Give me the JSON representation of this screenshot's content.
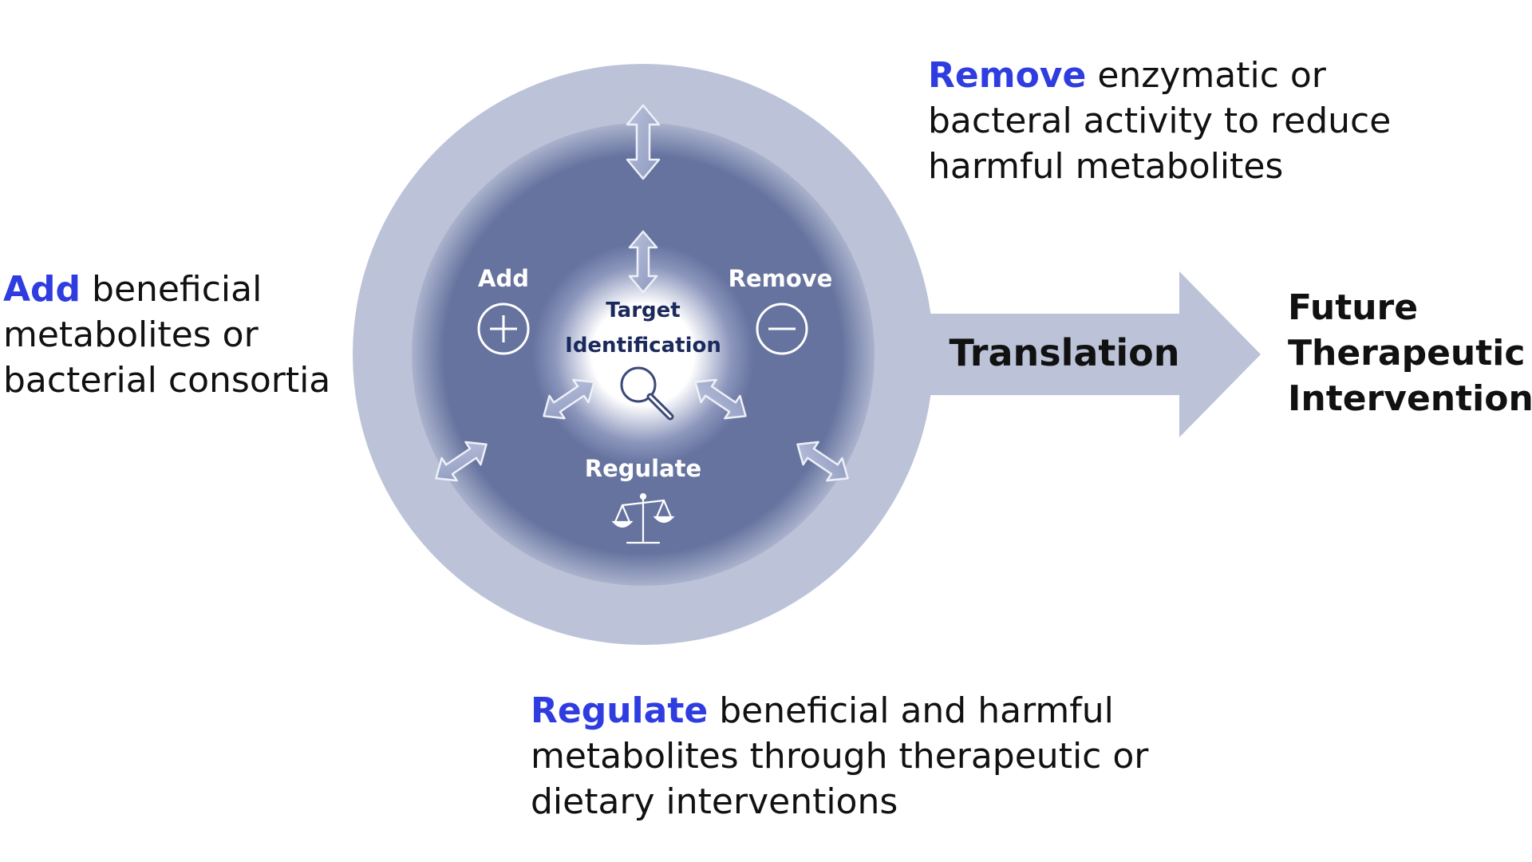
{
  "colors": {
    "keyword": "#2f3de0",
    "body_text": "#111111",
    "outer_ring": "#bcc3d8",
    "inner_disc": "#66739f",
    "center_glow": "#ffffff",
    "navy_text": "#1b2a5c",
    "white_text": "#ffffff",
    "arrow_fill": "#a8b1cf"
  },
  "icons": {
    "add": "plus-circle-icon",
    "remove": "minus-circle-icon",
    "target": "magnifier-icon",
    "regulate": "balance-scale-icon",
    "arrows": "double-headed-arrow-icon"
  },
  "diagram": {
    "inner_labels": {
      "add": "Add",
      "remove": "Remove",
      "regulate": "Regulate",
      "target_line1": "Target",
      "target_line2": "Identification"
    },
    "translation_label": "Translation",
    "outcome": {
      "line1": "Future",
      "line2": "Therapeutic",
      "line3": "Interventions"
    }
  },
  "captions": {
    "add": {
      "keyword": "Add",
      "line1_rest": " beneficial",
      "line2": "metabolites or",
      "line3": "bacterial consortia"
    },
    "remove": {
      "keyword": "Remove",
      "line1_rest": " enzymatic or",
      "line2": "bacteral activity to reduce",
      "line3": "harmful metabolites"
    },
    "regulate": {
      "keyword": "Regulate",
      "line1_rest": " beneficial and harmful",
      "line2": "metabolites through therapeutic or",
      "line3": "dietary interventions"
    }
  }
}
